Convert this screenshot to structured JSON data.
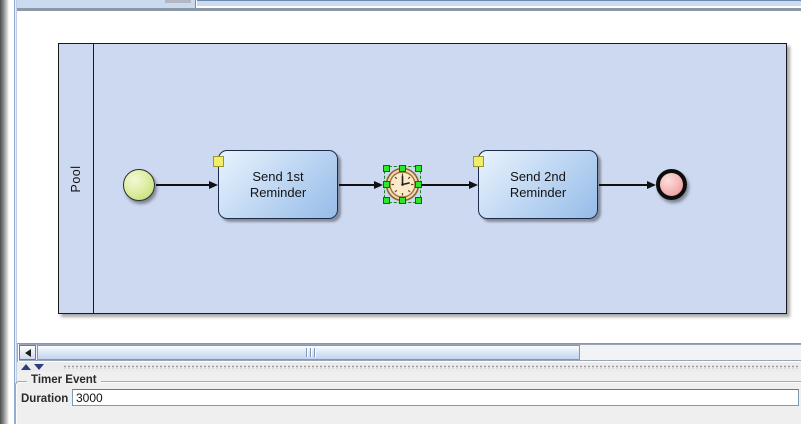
{
  "window": {
    "kind": "bpmn-process-editor"
  },
  "pool": {
    "label": "Pool"
  },
  "tasks": [
    {
      "label": "Send 1st Reminder"
    },
    {
      "label": "Send 2nd Reminder"
    }
  ],
  "events": {
    "start": "start-event",
    "timer": "timer-intermediate-event (selected)",
    "end": "end-event"
  },
  "icons": {
    "timer": "clock-icon",
    "task_marker": "yellow-square-marker",
    "scrollbar_left": "left-arrow-icon",
    "divider_collapse_top": "up-arrow-icon",
    "divider_collapse_bottom": "down-arrow-icon"
  },
  "properties": {
    "title": "Timer Event",
    "duration_label": "Duration",
    "duration_value": "3000"
  },
  "colors": {
    "pool_fill": "#cdd9f1",
    "task_gradient_top": "#e9f3fd",
    "task_gradient_bottom": "#96bce9",
    "start_event_fill": "#d8eb9b",
    "end_event_fill": "#f4b5b5",
    "selection_handle": "#2ee62e",
    "task_marker": "#f1ed6a",
    "header_blue": "#cadbf0",
    "panel_gray": "#efefef"
  }
}
